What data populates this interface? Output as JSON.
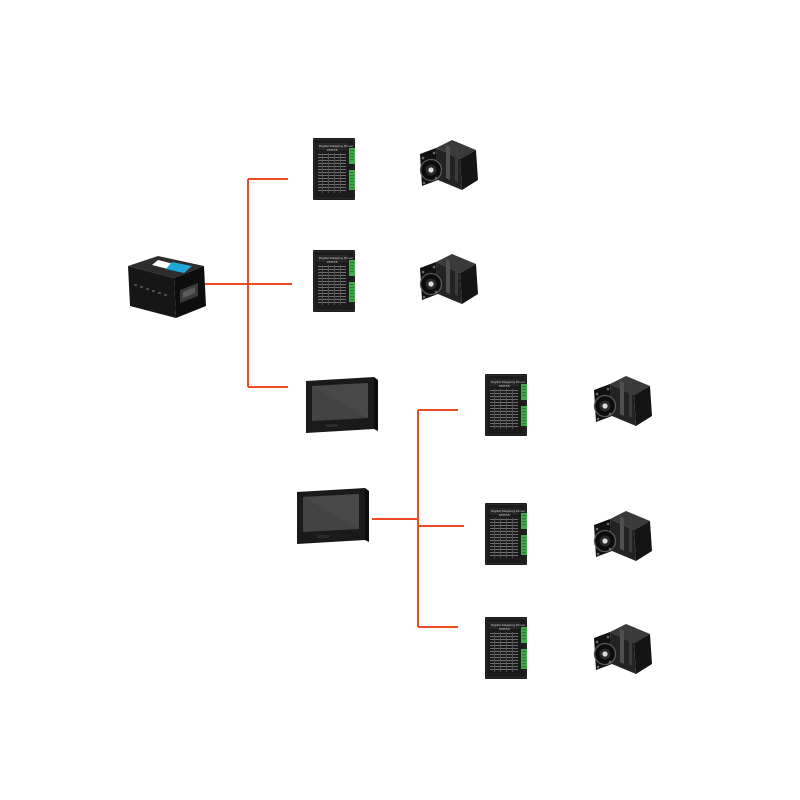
{
  "colors": {
    "background": "#ffffff",
    "wire": "#ee4a23",
    "device_body": "#1b1b1b",
    "terminal": "#3fae49",
    "plc_screen": "#1ea7d8"
  },
  "devices": {
    "plc": {
      "icon": "plc-controller-icon"
    },
    "hmi_1": {
      "icon": "hmi-touchscreen-icon"
    },
    "hmi_2": {
      "icon": "hmi-touchscreen-icon"
    },
    "drivers": [
      {
        "icon": "stepper-driver-icon",
        "model": "DM556",
        "header": "Digital Stepping Driver"
      },
      {
        "icon": "stepper-driver-icon",
        "model": "DM556",
        "header": "Digital Stepping Driver"
      },
      {
        "icon": "stepper-driver-icon",
        "model": "DM556",
        "header": "Digital Stepping Driver"
      },
      {
        "icon": "stepper-driver-icon",
        "model": "DM556",
        "header": "Digital Stepping Driver"
      },
      {
        "icon": "stepper-driver-icon",
        "model": "DM556",
        "header": "Digital Stepping Driver"
      }
    ],
    "motors": [
      {
        "icon": "stepper-motor-icon"
      },
      {
        "icon": "stepper-motor-icon"
      },
      {
        "icon": "stepper-motor-icon"
      },
      {
        "icon": "stepper-motor-icon"
      },
      {
        "icon": "stepper-motor-icon"
      }
    ]
  }
}
